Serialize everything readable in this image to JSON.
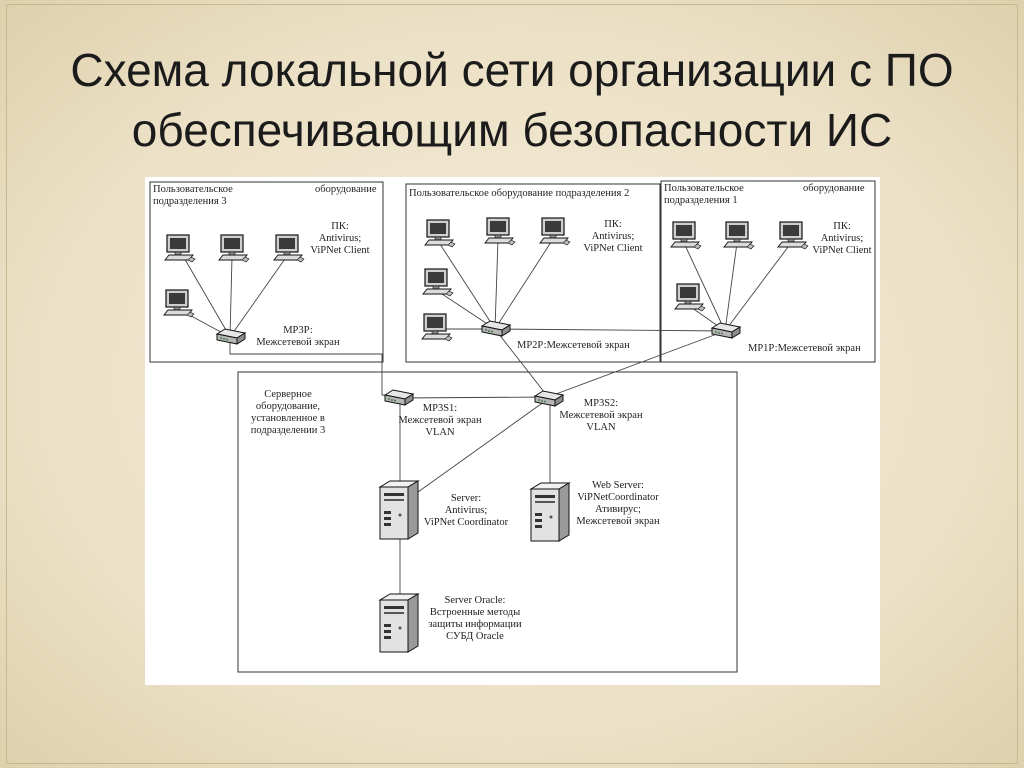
{
  "slide": {
    "title_line1": "Схема локальной сети  организации с ПО",
    "title_line2": "обеспечивающим безопасности ИС"
  },
  "zones": {
    "zone3": {
      "line1": "Пользовательское",
      "line1b": "оборудование",
      "line2": "подразделения 3"
    },
    "zone2": {
      "line1": "Пользовательское оборудование подразделения 2"
    },
    "zone1": {
      "line1": "Пользовательское",
      "line1b": "оборудование",
      "line2": "подразделения 1"
    },
    "server_zone": {
      "lines": [
        "Серверное",
        "оборудование,",
        "установленное в",
        "подразделении 3"
      ]
    }
  },
  "pc_labels": {
    "zone3": [
      "ПК:",
      "Antivirus;",
      "ViPNet Client"
    ],
    "zone2": [
      "ПК:",
      "Antivirus;",
      "ViPNet Client"
    ],
    "zone1": [
      "ПК:",
      "Antivirus;",
      "ViPNet Client"
    ]
  },
  "routers": {
    "mp3p": [
      "МР3Р:",
      "Межсетевой экран"
    ],
    "mp2p": "МР2Р:Межсетевой экран",
    "mp1p": "МР1Р:Межсетевой экран",
    "mp3s1": [
      "МР3S1:",
      "Межсетевой экран",
      "VLAN"
    ],
    "mp3s2": [
      "МР3S2:",
      "Межсетевой экран",
      "VLAN"
    ]
  },
  "servers": {
    "server": [
      "Server:",
      "Antivirus;",
      "ViPNet Coordinator"
    ],
    "web": [
      "Web Server:",
      "ViPNetCoordinator",
      "Ативирус;",
      "Межсетевой экран"
    ],
    "oracle": [
      "Server Oracle:",
      "Встроенные методы",
      "защиты информации",
      "СУБД Oracle"
    ]
  }
}
